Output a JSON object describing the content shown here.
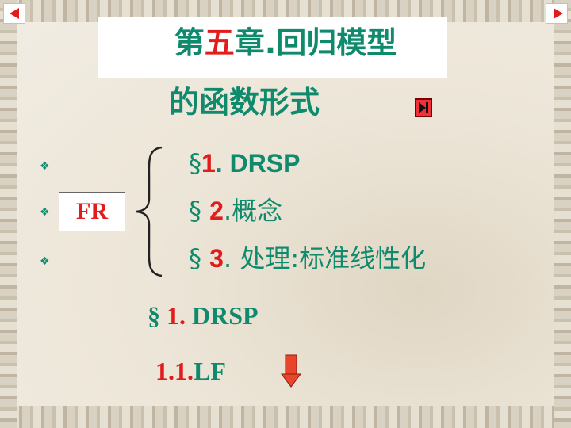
{
  "nav": {
    "prev_icon": "left-triangle",
    "next_icon": "right-triangle",
    "accent": "#e21b1b"
  },
  "title": {
    "part1": "第",
    "part_red": "五",
    "part2": "章.回归模型",
    "line2": "的函数形式"
  },
  "fr_label": "FR",
  "bullet_symbol": "❖",
  "items": [
    {
      "sect": "§",
      "num": "1",
      "text": ". DRSP"
    },
    {
      "sect": "§",
      "num": "2",
      "text": ".概念"
    },
    {
      "sect": "§",
      "num": "3",
      "text": ". 处理:标准线性化"
    }
  ],
  "sub": {
    "sect": "§",
    "num": "1",
    "dot": ".",
    "text": " DRSP",
    "sub_num": "1.1.",
    "sub_text": "LF"
  },
  "colors": {
    "text": "#0f8a6d",
    "accent": "#e21b1b"
  }
}
